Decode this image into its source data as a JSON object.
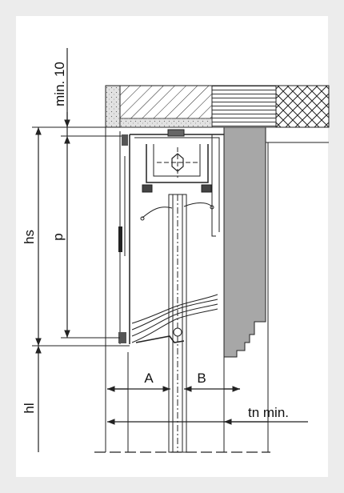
{
  "labels": {
    "min10": "min. 10",
    "hs": "hs",
    "p": "p",
    "hl": "hl",
    "a": "A",
    "b": "B",
    "tn_min": "tn min."
  },
  "colors": {
    "background": "#ececec",
    "panel": "#ffffff",
    "lintel_grey": "#a7a7a7",
    "concrete": "#e2e2e2",
    "line": "#222222"
  }
}
